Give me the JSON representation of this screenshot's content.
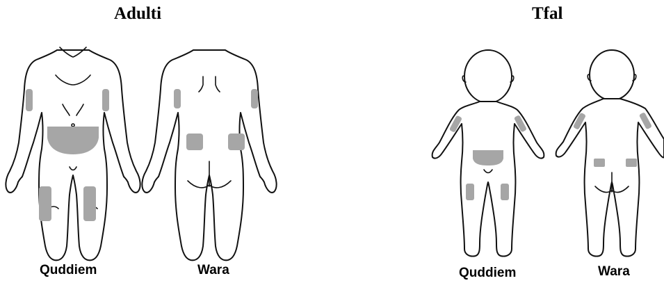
{
  "adult": {
    "title": "Adulti",
    "front_label": "Quddiem",
    "back_label": "Wara"
  },
  "child": {
    "title": "Tfal",
    "front_label": "Quddiem",
    "back_label": "Wara"
  },
  "colors": {
    "injection_site": "#a6a6a6",
    "outline": "#111111"
  }
}
